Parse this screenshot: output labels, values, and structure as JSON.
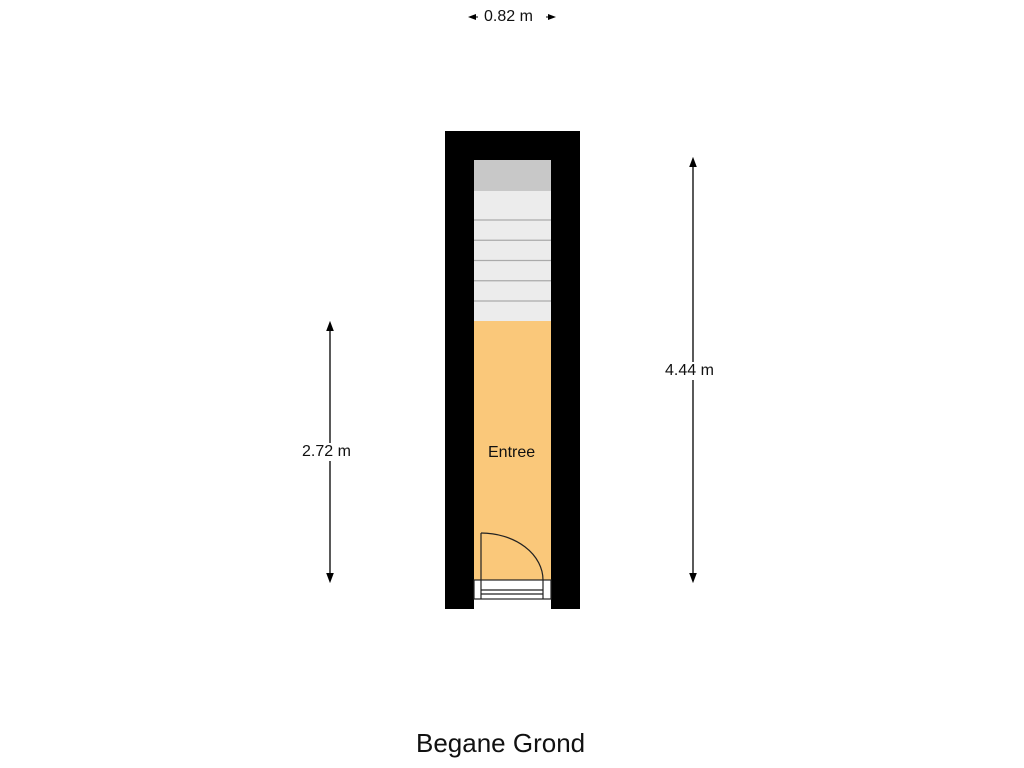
{
  "plan": {
    "title": "Begane Grond",
    "room": {
      "name": "Entree",
      "color": "#fac87a"
    },
    "dimensions": {
      "width": "0.82 m",
      "left_height": "2.72 m",
      "right_height": "4.44 m"
    },
    "stairs": {
      "steps": 6
    },
    "colors": {
      "wall": "#000000",
      "stair_top": "#c8c8c8",
      "stair_step": "#ececec"
    }
  }
}
